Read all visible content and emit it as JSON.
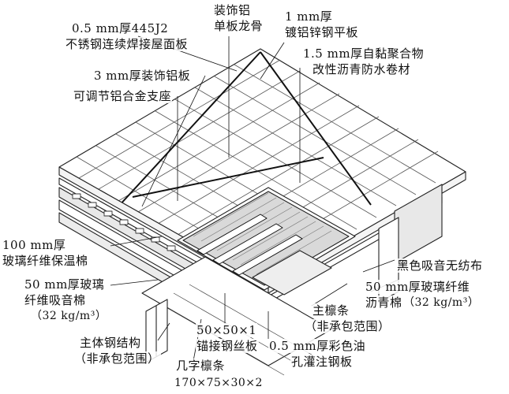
{
  "diagram": {
    "labels": {
      "decor_al_line1": "装饰铝",
      "decor_al_line2": "单板龙骨",
      "steel_sheet_line1": "1 mm厚",
      "steel_sheet_line2": "镀铝锌钢平板",
      "stainless_line1": "0.5 mm厚445J2",
      "stainless_line2": "不锈钢连续焊接屋面板",
      "membrane_line1": "1.5 mm厚自黏聚合物",
      "membrane_line2": "改性沥青防水卷材",
      "al_panel": "3 mm厚装饰铝板",
      "al_support": "可调节铝合金支座",
      "insulation_line1": "100 mm厚",
      "insulation_line2": "玻璃纤维保温棉",
      "nonwoven": "黑色吸音无纺布",
      "acoustic_line1": "50 mm厚玻璃",
      "acoustic_line2": "纤维吸音棉",
      "acoustic_line3": "（32 kg/m³）",
      "fiber_line1": "50 mm厚玻璃纤维",
      "fiber_line2": "沥青棉",
      "fiber_line3": "（32 kg/m³）",
      "purlin_line1": "主檩条",
      "purlin_line2": "（非承包范围）",
      "steel_struct_line1": "主体钢结构",
      "steel_struct_line2": "（非承包范围）",
      "mesh_line1": "50×50×1",
      "mesh_line2": "锚接钢丝板",
      "perforated_line1": "0.5 mm厚彩色油",
      "perforated_line2": "孔灌注钢板",
      "channel_line1": "几字檩条",
      "channel_line2": "170×75×30×2"
    }
  }
}
